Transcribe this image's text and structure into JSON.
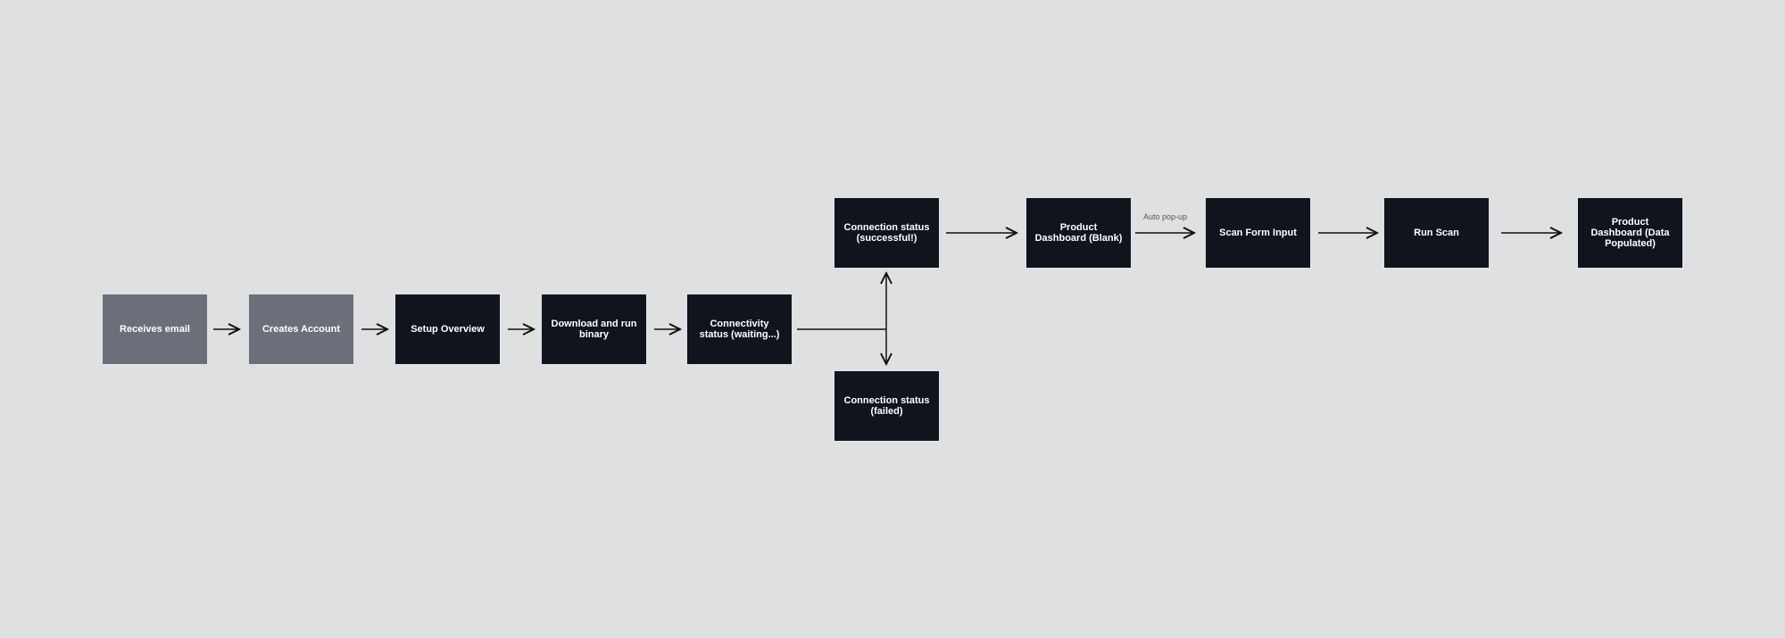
{
  "nodes": {
    "receives_email": "Receives email",
    "creates_account": "Creates Account",
    "setup_overview": "Setup Overview",
    "download_binary": "Download and run binary",
    "connectivity_waiting": "Connectivity status (waiting...)",
    "connection_success": "Connection status (successful!)",
    "connection_failed": "Connection status (failed)",
    "dashboard_blank": "Product Dashboard (Blank)",
    "scan_form": "Scan Form Input",
    "run_scan": "Run Scan",
    "dashboard_populated": "Product Dashboard (Data Populated)"
  },
  "edge_labels": {
    "auto_popup": "Auto pop-up"
  },
  "colors": {
    "background": "#dfe0e2",
    "node_dark": "#10141c",
    "node_gray": "#6b6f7a"
  }
}
